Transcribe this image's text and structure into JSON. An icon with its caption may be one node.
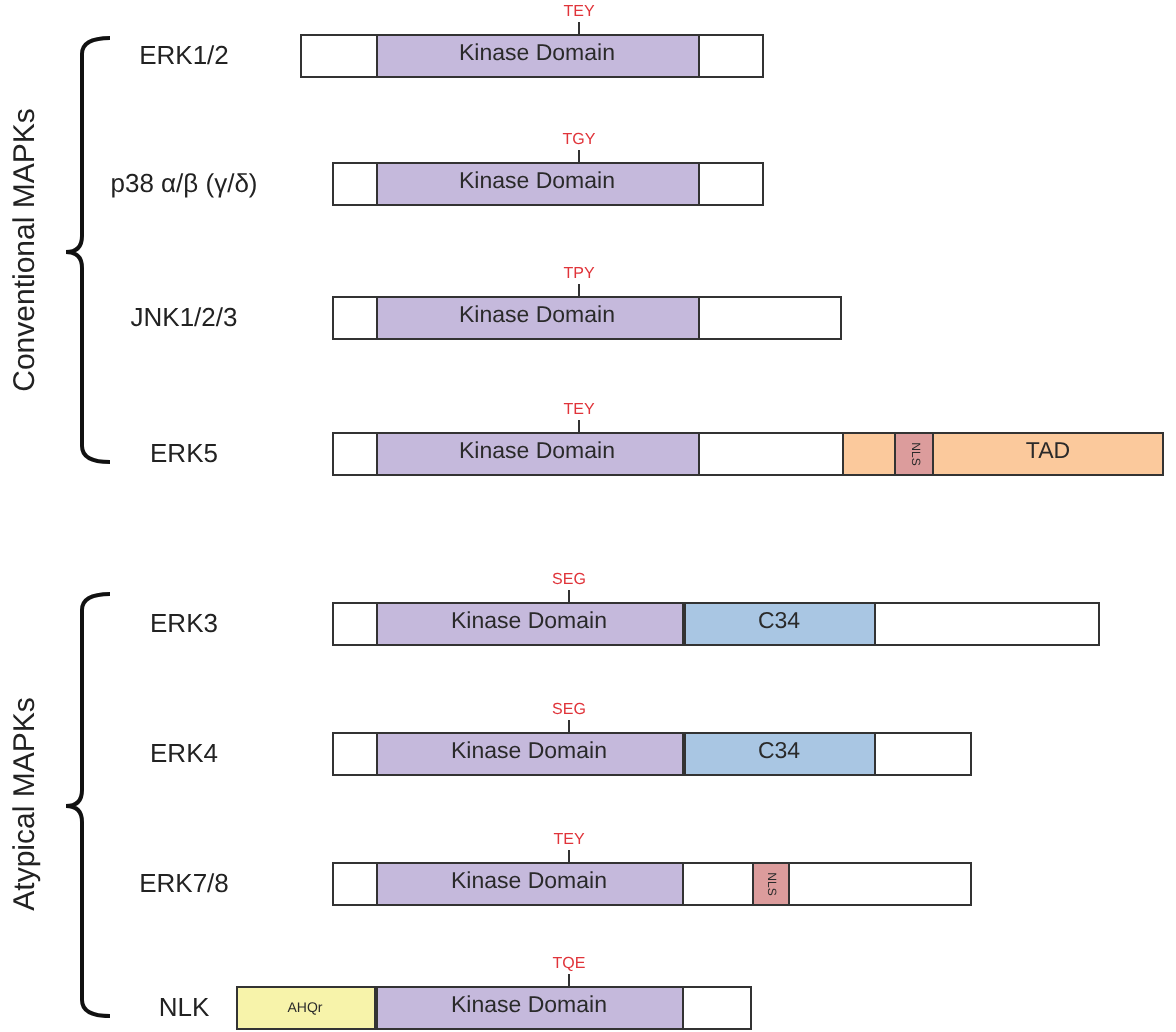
{
  "diagram": {
    "nodes": [
      {
        "text": [],
        "shape": "bar"
      },
      {
        "text": [
          "Kinase Domain"
        ],
        "in": 0,
        "beside": [
          "TEY"
        ]
      },
      {
        "text": [],
        "shape": "bar"
      },
      {
        "text": [
          "Kinase Domain"
        ],
        "in": 2,
        "beside": [
          "TGY"
        ]
      },
      {
        "text": [],
        "shape": "bar"
      },
      {
        "text": [
          "Kinase Domain"
        ],
        "in": 4,
        "beside": [
          "TPY"
        ]
      },
      {
        "text": [],
        "shape": "bar"
      },
      {
        "text": [
          "Kinase Domain"
        ],
        "in": 6,
        "beside": [
          "TEY"
        ]
      },
      {
        "text": [
          "TAD"
        ],
        "in": 6
      },
      {
        "text": [
          "NLS"
        ],
        "in": 8
      },
      {
        "text": [],
        "shape": "bar"
      },
      {
        "text": [
          "Kinase Domain"
        ],
        "in": 10,
        "beside": [
          "SEG"
        ]
      },
      {
        "text": [
          "C34"
        ],
        "in": 10
      },
      {
        "text": [],
        "shape": "bar"
      },
      {
        "text": [
          "Kinase Domain"
        ],
        "in": 13,
        "beside": [
          "SEG"
        ]
      },
      {
        "text": [
          "C34"
        ],
        "in": 13
      },
      {
        "text": [],
        "shape": "bar"
      },
      {
        "text": [
          "Kinase Domain"
        ],
        "in": 16,
        "beside": [
          "TEY"
        ]
      },
      {
        "text": [
          "NLS"
        ],
        "in": 16
      },
      {
        "text": [],
        "shape": "bar"
      },
      {
        "text": [
          "AHQr"
        ],
        "in": 19
      },
      {
        "text": [
          "Kinase Domain"
        ],
        "in": 19,
        "beside": [
          "TQE"
        ]
      }
    ],
    "labels": [
      "Conventional MAPKs",
      "ERK1/2",
      "p38 α/β (γ/δ)",
      "JNK1/2/3",
      "ERK5",
      "Atypical MAPKs",
      "ERK3",
      "ERK4",
      "ERK7/8",
      "NLK"
    ]
  }
}
